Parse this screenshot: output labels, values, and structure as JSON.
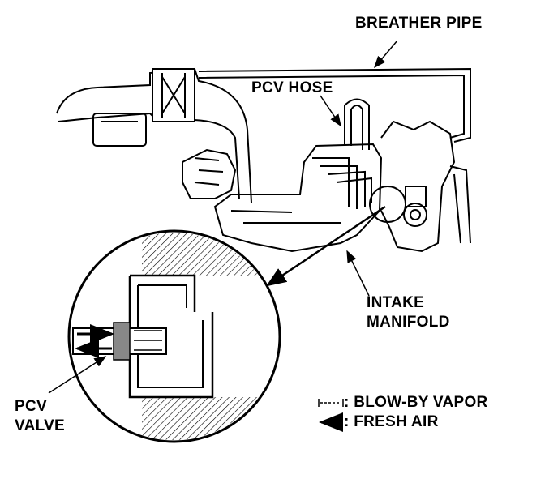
{
  "labels": {
    "breather_pipe": "BREATHER PIPE",
    "pcv_hose": "PCV HOSE",
    "intake_manifold": "INTAKE\nMANIFOLD",
    "pcv_valve": "PCV\nVALVE"
  },
  "legend": {
    "blow_by": ": BLOW-BY VAPOR",
    "fresh_air": ": FRESH AIR"
  }
}
